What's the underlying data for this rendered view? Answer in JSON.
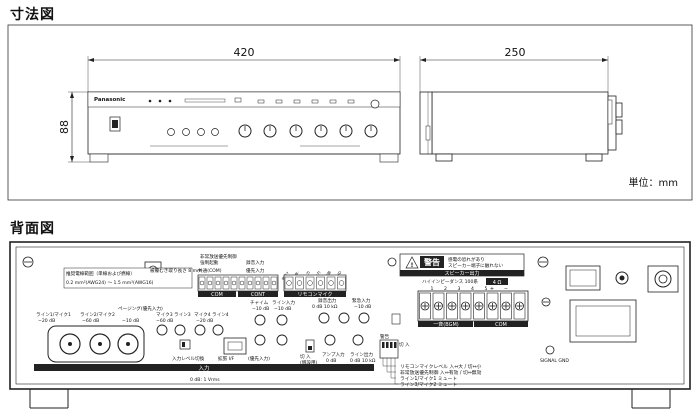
{
  "dimension_view": {
    "title": "寸法図",
    "width_label": "420",
    "depth_label": "250",
    "height_label": "88",
    "unit_label": "単位：mm",
    "brand": "Panasonic"
  },
  "rear_view": {
    "title": "背面図",
    "warning_title": "警告",
    "warning_text_1": "感電の恐れがあり",
    "warning_text_2": "スピーカー端子に触れない",
    "speaker_output_label": "スピーカー出力",
    "high_impedance_label": "ハイインピーダンス 100系",
    "impedance_4ohm": "4 Ω",
    "terminal_numbers": [
      "1",
      "2",
      "3",
      "4",
      "5"
    ],
    "plus": "+",
    "minus": "−",
    "gun_label": "一斉(BGM)",
    "com_label": "COM",
    "wire_note_1": "推奨電線範囲（単線および撚線）",
    "wire_note_2": "0.2 mm²(AWG24) ～ 1.5 mm²(AWG16)",
    "strip_note": "被覆むき取り長さ 8 mm",
    "ctrl_labels": {
      "emergency": "非常放送優先制御",
      "emergency_2": "強制起動",
      "common_com": "共通(COM)",
      "remote_in": "録音入力",
      "priority": "優先入力",
      "com": "COM",
      "cont": "CONT",
      "remote_mic": "リモコンマイク",
      "remote_mic_pins": [
        "音声+",
        "音声-",
        "音声入力",
        "音声出力",
        "制御",
        "GND"
      ]
    },
    "input_labels": {
      "line_mic1": "ライン1/マイク1",
      "line_mic2": "ライン2/マイク2",
      "page_input": "ページング(優先入力)",
      "levels_a": "−20 dB",
      "levels_b": "−60 dB",
      "levels_c": "−10 dB",
      "mic3": "マイク3",
      "line3": "ライン3",
      "mic4": "マイク4",
      "line4": "ライン4",
      "mic3_level": "−60 dB",
      "line3_level": "−20 dB",
      "chime": "チャイム",
      "chime_level": "−10 dB",
      "line_in": "ライン入力",
      "line_in_level": "−10 dB",
      "rec_out": "録音出力",
      "rec_out_level": "0 dB 10 kΩ",
      "emergency_in": "緊急入力",
      "emergency_in_level": "−10 dB",
      "amp_in": "アンプ入力",
      "amp_in_level": "0 dB",
      "line_out": "ライン出力",
      "line_out_level": "0 dB 10 kΩ",
      "mode_sw": "入力レベル切換",
      "ext_if": "拡張 I/F",
      "priority_in": "(優先入力)",
      "input_bar": "入力",
      "ref_level": "0 dB: 1 Vrms",
      "sw_label": "警告",
      "amp_in_small": "切 入",
      "amp_label_2": "(増設用)"
    },
    "dip_notes": [
      "リモコンマイクレベル 入⇔大 / 切⇔小",
      "非常放送優先制御 入⇔有効 / 切⇔無効",
      "ライン1/マイク1 ミュート",
      "ライン3/マイク2 ミュート"
    ],
    "signal_gnd": "SIGNAL GND",
    "dip_header": "切 入"
  }
}
